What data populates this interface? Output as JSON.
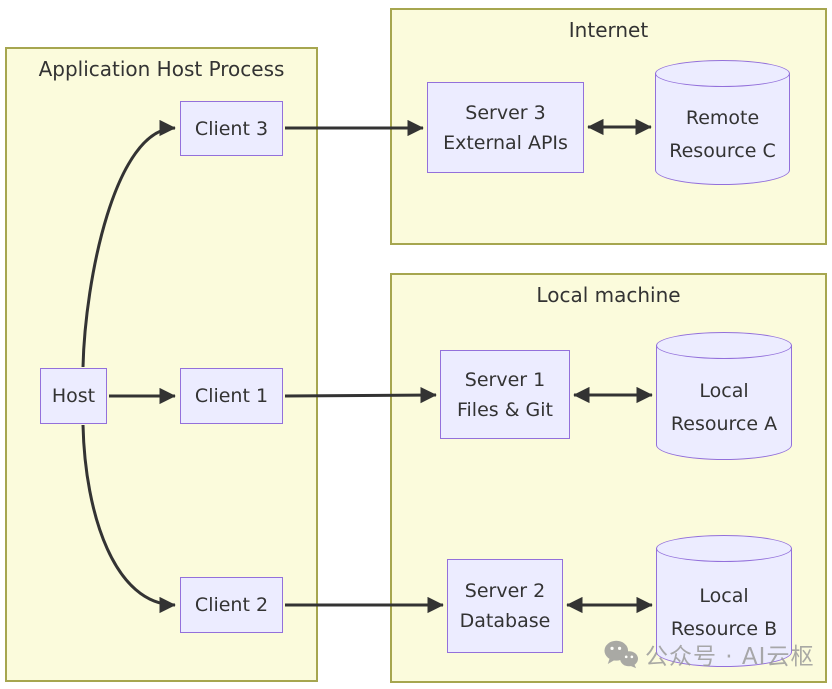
{
  "groups": {
    "app": {
      "title": "Application Host Process"
    },
    "internet": {
      "title": "Internet"
    },
    "local": {
      "title": "Local machine"
    }
  },
  "nodes": {
    "host": {
      "label": "Host"
    },
    "client1": {
      "label": "Client 1"
    },
    "client2": {
      "label": "Client 2"
    },
    "client3": {
      "label": "Client 3"
    },
    "server1": {
      "line1": "Server 1",
      "line2": "Files & Git"
    },
    "server2": {
      "line1": "Server 2",
      "line2": "Database"
    },
    "server3": {
      "line1": "Server 3",
      "line2": "External APIs"
    },
    "resource_a": {
      "line1": "Local",
      "line2": "Resource A"
    },
    "resource_b": {
      "line1": "Local",
      "line2": "Resource B"
    },
    "resource_c": {
      "line1": "Remote",
      "line2": "Resource C"
    }
  },
  "edges": [
    {
      "from": "host",
      "to": "client3",
      "style": "arrow"
    },
    {
      "from": "host",
      "to": "client1",
      "style": "arrow"
    },
    {
      "from": "host",
      "to": "client2",
      "style": "arrow"
    },
    {
      "from": "client3",
      "to": "server3",
      "style": "arrow"
    },
    {
      "from": "client1",
      "to": "server1",
      "style": "arrow"
    },
    {
      "from": "client2",
      "to": "server2",
      "style": "arrow"
    },
    {
      "from": "server3",
      "to": "resource_c",
      "style": "bidirectional"
    },
    {
      "from": "server1",
      "to": "resource_a",
      "style": "bidirectional"
    },
    {
      "from": "server2",
      "to": "resource_b",
      "style": "bidirectional"
    }
  ],
  "colors": {
    "group_fill": "#FBFBDC",
    "group_border": "#A6A64F",
    "node_fill": "#ECECFF",
    "node_border": "#9370DB",
    "arrow": "#333333",
    "text": "#333333",
    "watermark": "#9B9B9B"
  },
  "watermark": {
    "icon": "wechat-icon",
    "text": "公众号 · AI云枢"
  }
}
